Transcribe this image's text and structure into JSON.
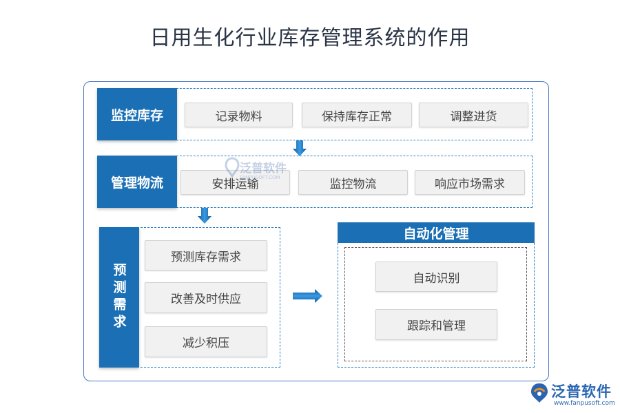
{
  "title": "日用生化行业库存管理系统的作用",
  "sections": [
    {
      "label": "监控库存",
      "items": [
        "记录物料",
        "保持库存正常",
        "调整进货"
      ]
    },
    {
      "label": "管理物流",
      "items": [
        "安排运输",
        "监控物流",
        "响应市场需求"
      ]
    },
    {
      "label": "预测需求",
      "items": [
        "预测库存需求",
        "改善及时供应",
        "减少积压"
      ]
    }
  ],
  "automation": {
    "label": "自动化管理",
    "items": [
      "自动识别",
      "跟踪和管理"
    ]
  },
  "watermark": {
    "text": "泛普软件",
    "sub": "FANPUSOFT.COM"
  },
  "logo": {
    "name": "泛普软件",
    "url": "www.fanpusoft.com"
  }
}
